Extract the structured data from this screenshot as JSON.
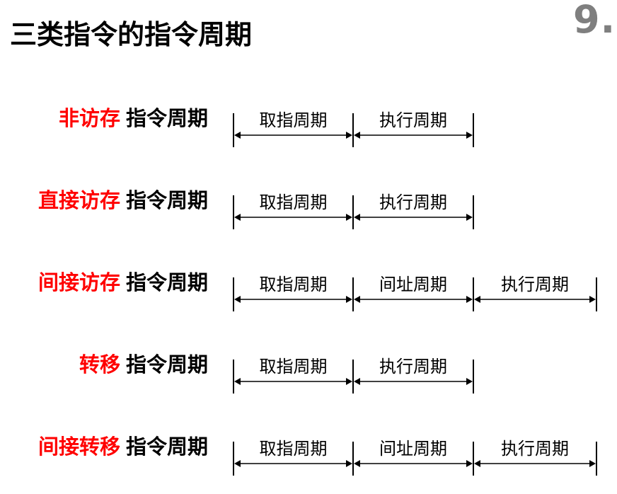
{
  "header": {
    "title": "三类指令的指令周期",
    "corner_number": "9.",
    "suffix": "指令周期"
  },
  "rows": [
    {
      "kind": "非访存",
      "segments": [
        "取指周期",
        "执行周期"
      ]
    },
    {
      "kind": "直接访存",
      "segments": [
        "取指周期",
        "执行周期"
      ]
    },
    {
      "kind": "间接访存",
      "segments": [
        "取指周期",
        "间址周期",
        "执行周期"
      ]
    },
    {
      "kind": "转移",
      "segments": [
        "取指周期",
        "执行周期"
      ]
    },
    {
      "kind": "间接转移",
      "segments": [
        "取指周期",
        "间址周期",
        "执行周期"
      ]
    }
  ],
  "colors": {
    "kind_text": "#ff0000",
    "plain_text": "#000000",
    "corner_number": "#7f7f7f"
  }
}
